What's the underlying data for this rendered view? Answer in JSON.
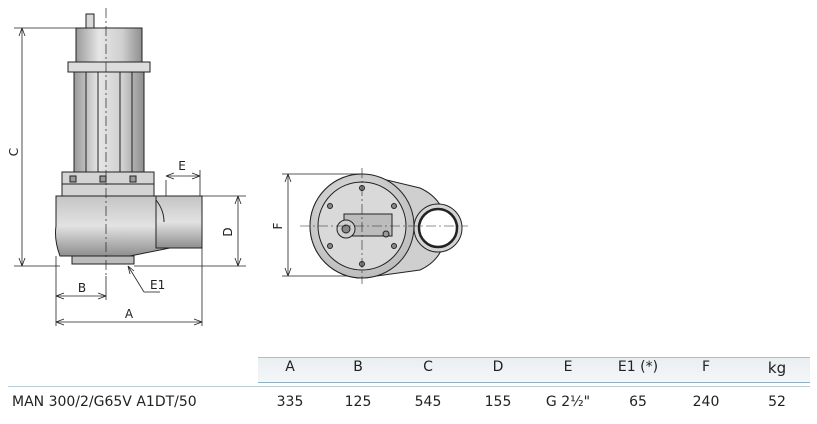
{
  "drawing": {
    "labels": {
      "a": "A",
      "b": "B",
      "c": "C",
      "d": "D",
      "e": "E",
      "e1": "E1",
      "f": "F"
    }
  },
  "table": {
    "headers": [
      "A",
      "B",
      "C",
      "D",
      "E",
      "E1 (*)",
      "F",
      "kg"
    ],
    "rows": [
      {
        "model": "MAN 300/2/G65V A1DT/50",
        "values": [
          "335",
          "125",
          "545",
          "155",
          "G 2½\"",
          "65",
          "240",
          "52"
        ]
      }
    ]
  },
  "colors": {
    "header_band": "#e9eef1",
    "rule": "#8fb0c0",
    "pump_body": "#d0d0d0",
    "outline": "#222222"
  }
}
